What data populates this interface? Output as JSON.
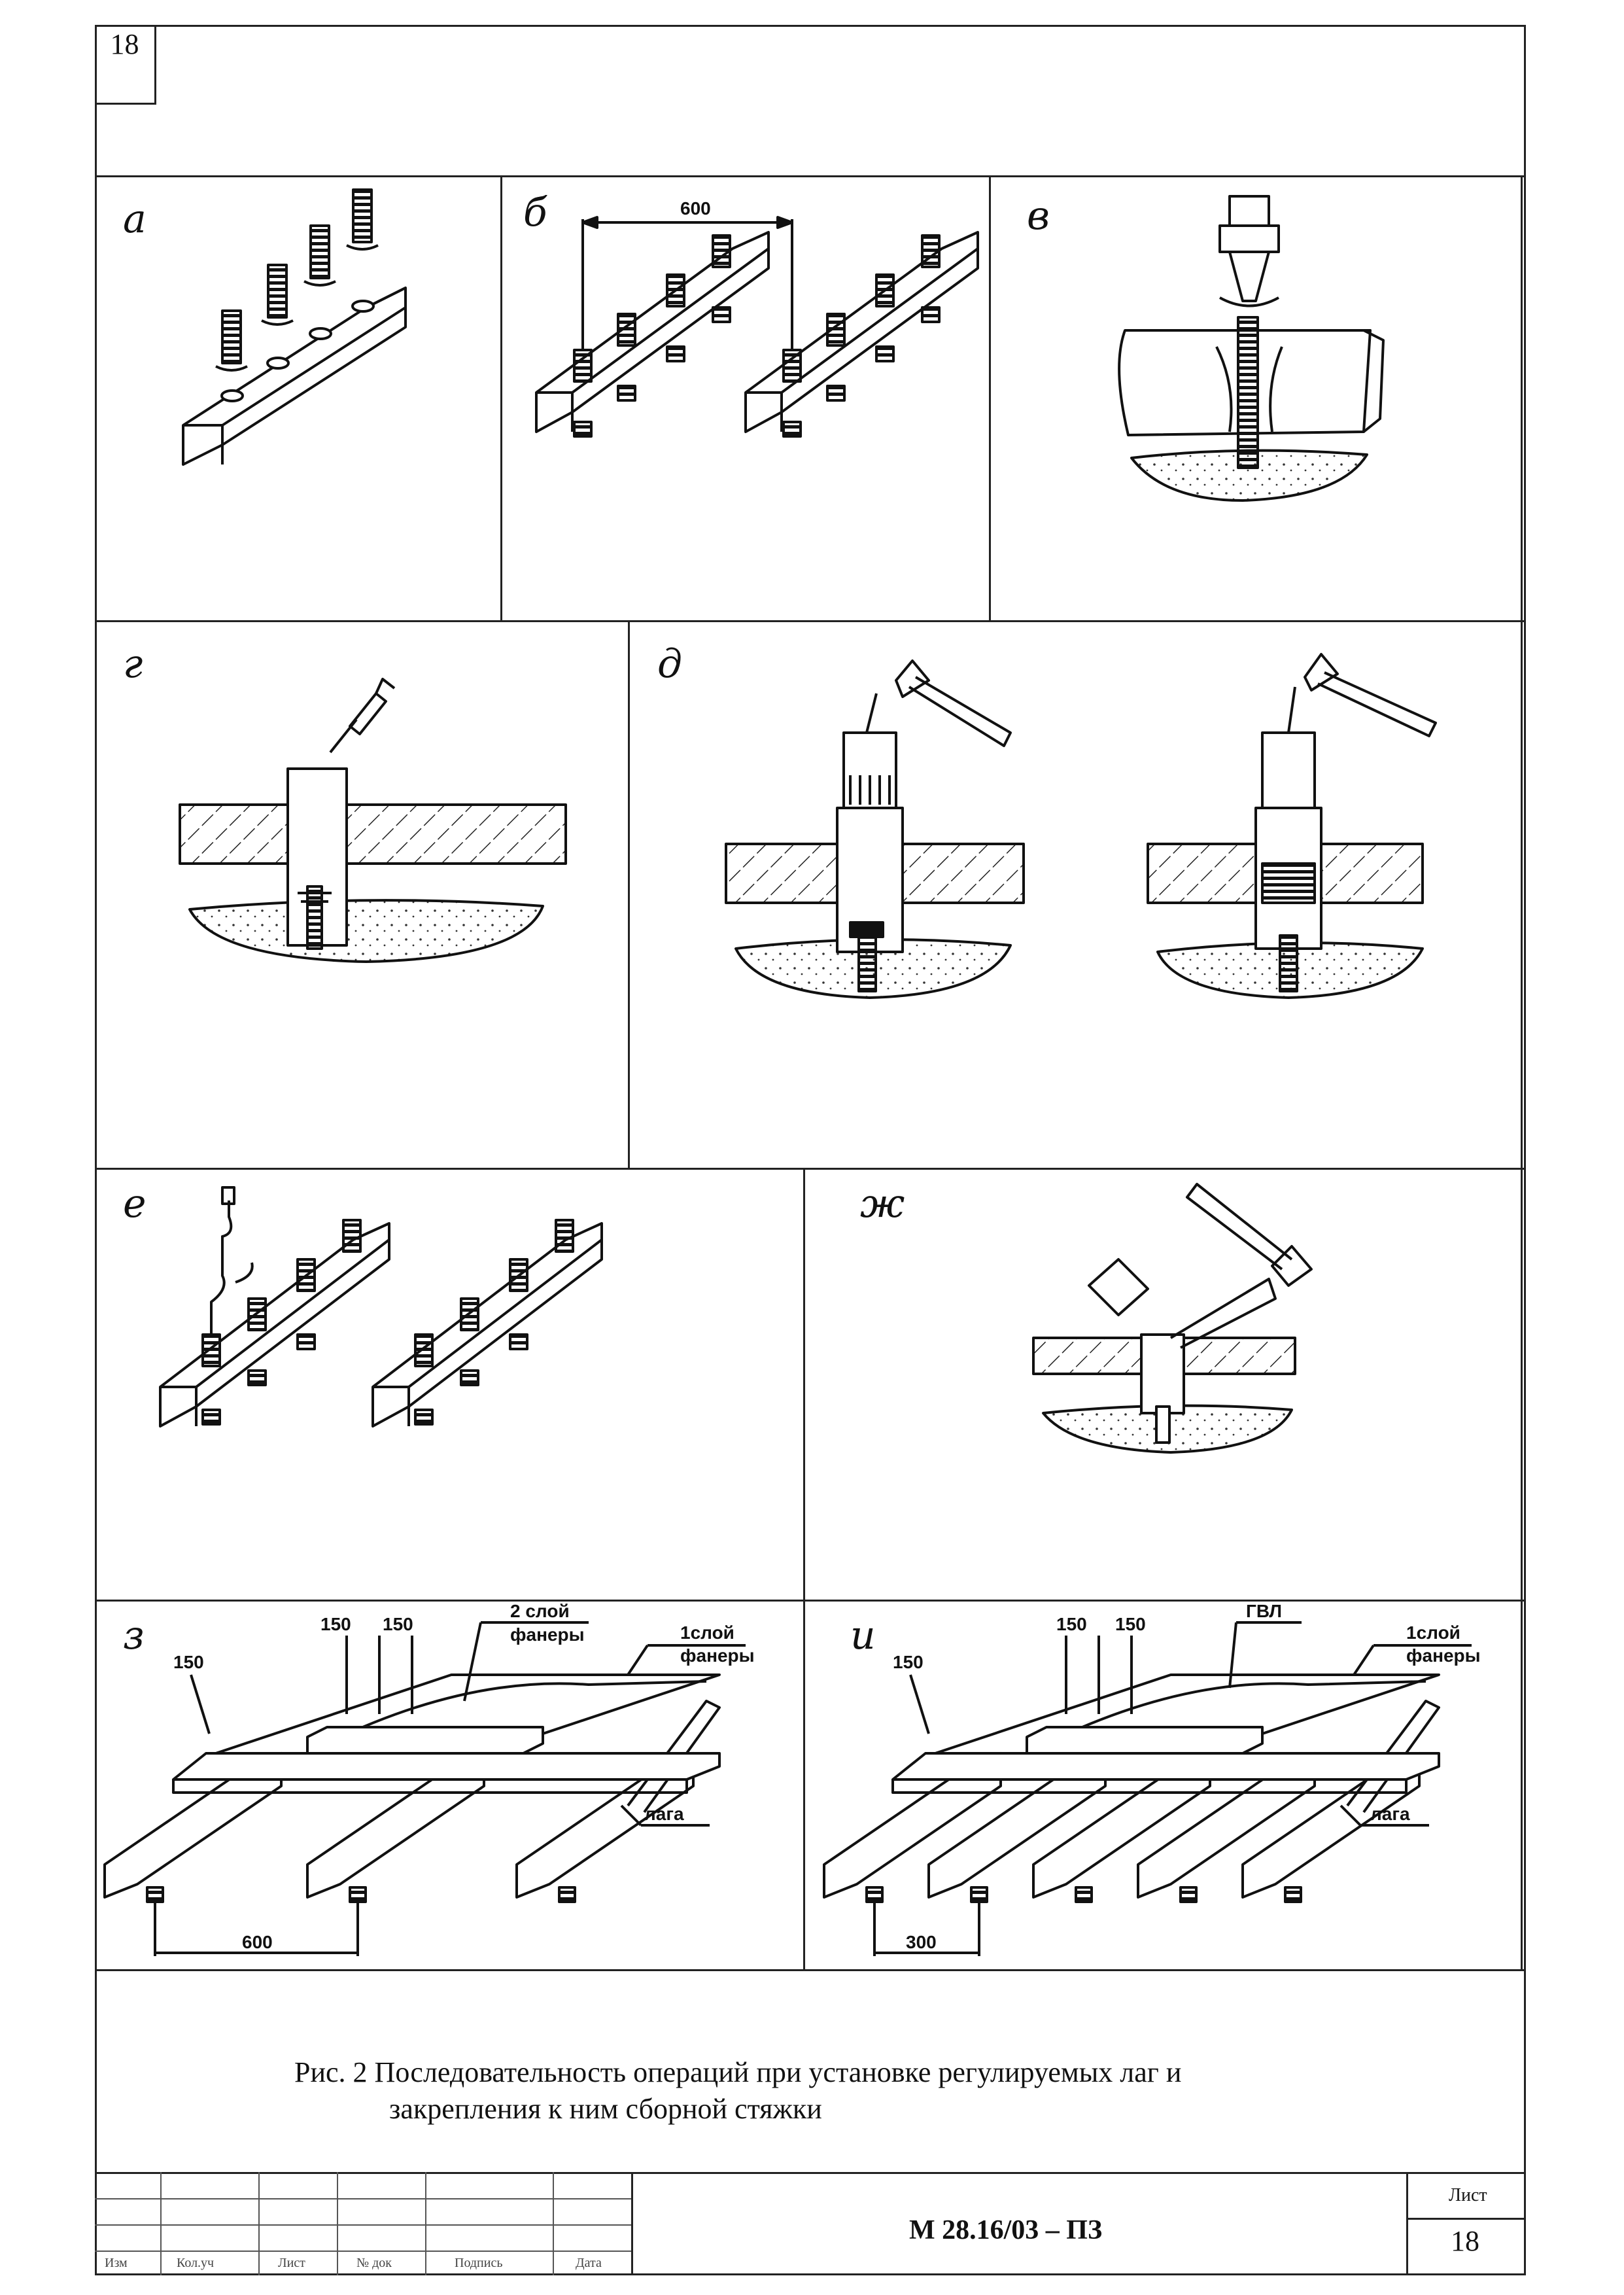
{
  "page_number": "18",
  "panels": {
    "a": "а",
    "b": "б",
    "v": "в",
    "g": "г",
    "d": "д",
    "e": "е",
    "zh": "ж",
    "z": "з",
    "i": "и"
  },
  "dims": {
    "b_span": "600",
    "z_left": "150",
    "z_top1": "150",
    "z_top2": "150",
    "z_bottom": "600",
    "i_left": "150",
    "i_top1": "150",
    "i_top2": "150",
    "i_bottom": "300"
  },
  "labels": {
    "z_layer2_line1": "2 слой",
    "z_layer2_line2": "фанеры",
    "z_layer1_line1": "1слой",
    "z_layer1_line2": "фанеры",
    "z_lag": "лага",
    "i_gvl": "ГВЛ",
    "i_layer1_line1": "1слой",
    "i_layer1_line2": "фанеры",
    "i_lag": "лага"
  },
  "caption": {
    "line1": "Рис. 2 Последовательность операций при установке регулируемых лаг и",
    "line2": "закрепления к ним сборной стяжки"
  },
  "stamp": {
    "document_code": "М 28.16/03 – ПЗ",
    "sheet_label": "Лист",
    "sheet_number": "18",
    "col_labels": [
      "Изм",
      "Кол.уч",
      "Лист",
      "№ док",
      "Подпись",
      "Дата"
    ]
  }
}
